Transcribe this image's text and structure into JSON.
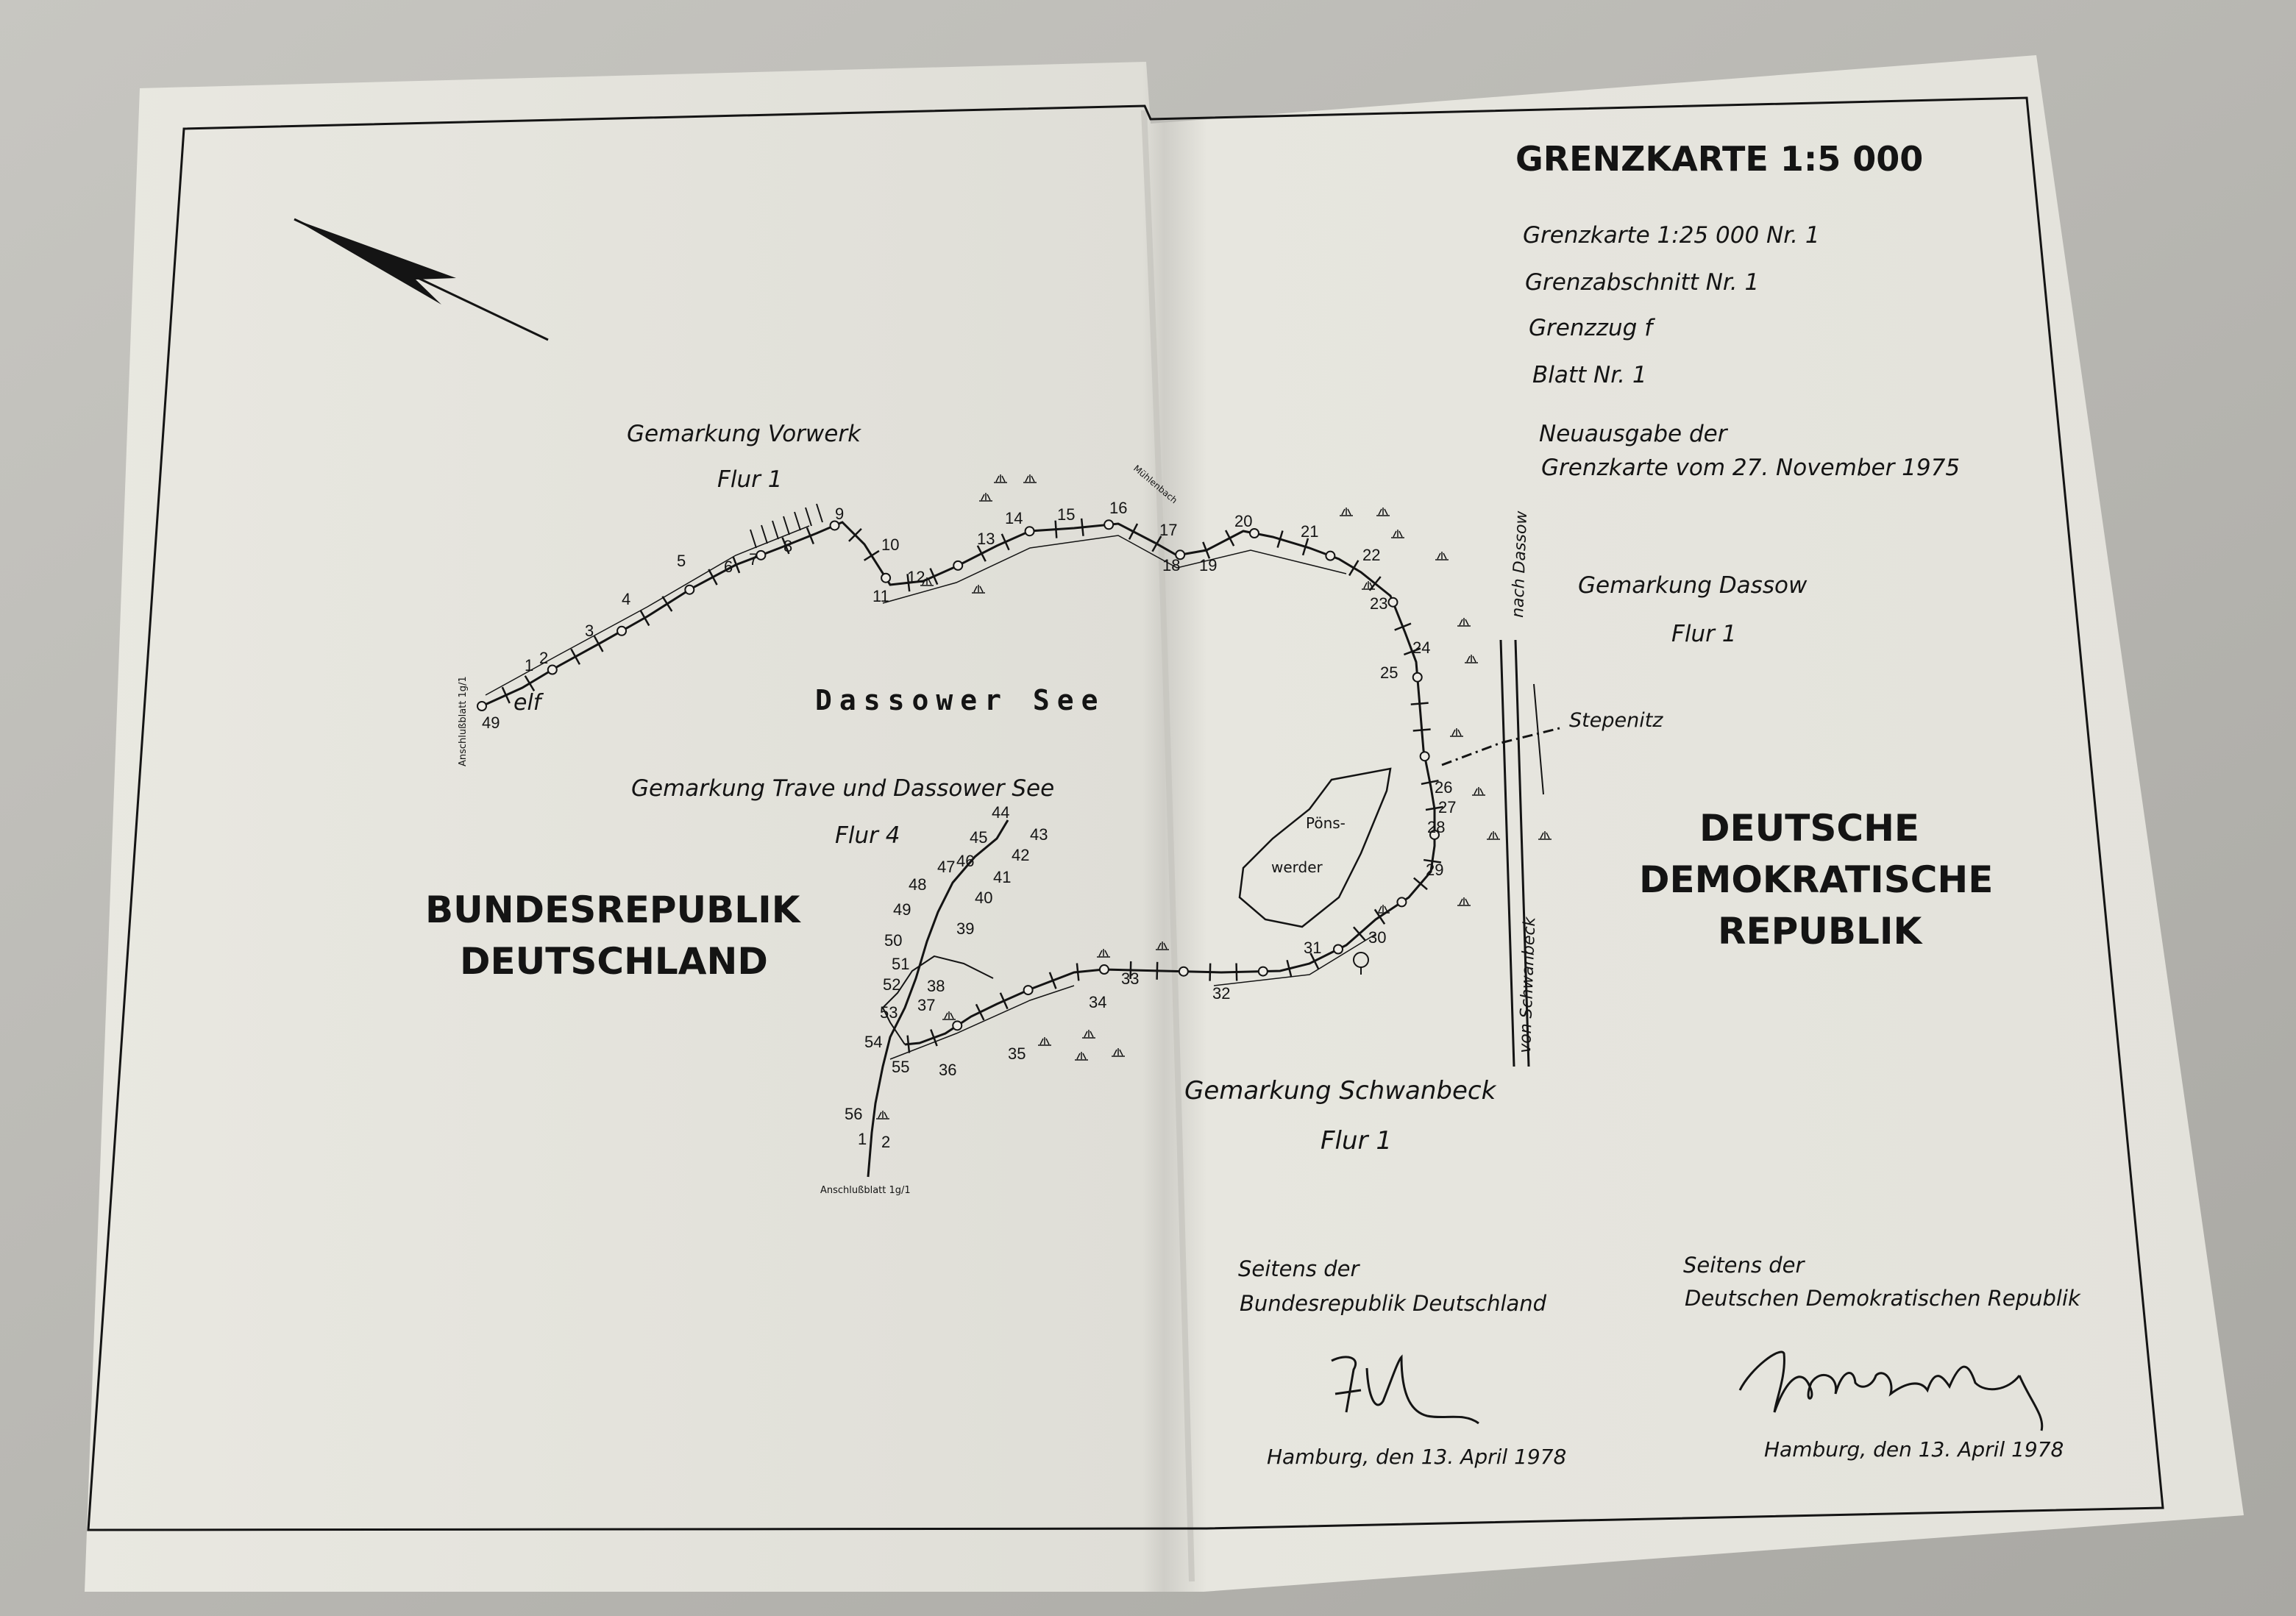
{
  "header": {
    "title": "GRENZKARTE 1:5 000",
    "lines": [
      "Grenzkarte 1:25 000 Nr. 1",
      "Grenzabschnitt Nr. 1",
      "Grenzzug f",
      "Blatt Nr. 1",
      "Neuausgabe der",
      "Grenzkarte vom 27. November 1975"
    ]
  },
  "map": {
    "lake": "Dassower See",
    "parcels": [
      {
        "name": "Gemarkung Vorwerk",
        "flur": "Flur 1"
      },
      {
        "name": "Gemarkung Dassow",
        "flur": "Flur 1"
      },
      {
        "name": "Gemarkung Trave und Dassower See",
        "flur": "Flur 4"
      },
      {
        "name": "Gemarkung Schwanbeck",
        "flur": "Flur 1"
      }
    ],
    "country_west": [
      "BUNDESREPUBLIK",
      "DEUTSCHLAND"
    ],
    "country_east": [
      "DEUTSCHE",
      "DEMOKRATISCHE",
      "REPUBLIK"
    ],
    "road_north": "nach Dassow",
    "road_south": "von Schwanbeck",
    "river": "Stepenitz",
    "island": [
      "Pöns-",
      "werder"
    ],
    "sheet_ref_west": "Anschlußblatt 1g/1",
    "sheet_ref_south": "Anschlußblatt 1g/1",
    "elf_label": "elf",
    "markers_upper": [
      "49",
      "1",
      "2",
      "3",
      "4",
      "5",
      "6",
      "7",
      "8",
      "9",
      "10",
      "11",
      "12",
      "13",
      "14",
      "15",
      "16",
      "17",
      "18",
      "19",
      "20",
      "21",
      "22",
      "23",
      "24",
      "25",
      "26",
      "27",
      "28",
      "29",
      "30",
      "31",
      "32",
      "33",
      "34",
      "35",
      "36"
    ],
    "markers_lower": [
      "37",
      "38",
      "39",
      "40",
      "41",
      "42",
      "43",
      "44",
      "45",
      "46",
      "47",
      "48",
      "49",
      "50",
      "51",
      "52",
      "53",
      "54",
      "55",
      "56",
      "1",
      "2"
    ],
    "creek_label": "Mühlenbach"
  },
  "signatures": {
    "left": {
      "line1": "Seitens der",
      "line2": "Bundesrepublik Deutschland",
      "place_date": "Hamburg, den 13. April 1978"
    },
    "right": {
      "line1": "Seitens der",
      "line2": "Deutschen Demokratischen Republik",
      "place_date": "Hamburg, den 13. April 1978"
    }
  },
  "colors": {
    "paper": "#eeece6",
    "ink": "#141414",
    "background": "#b9b8b3"
  }
}
